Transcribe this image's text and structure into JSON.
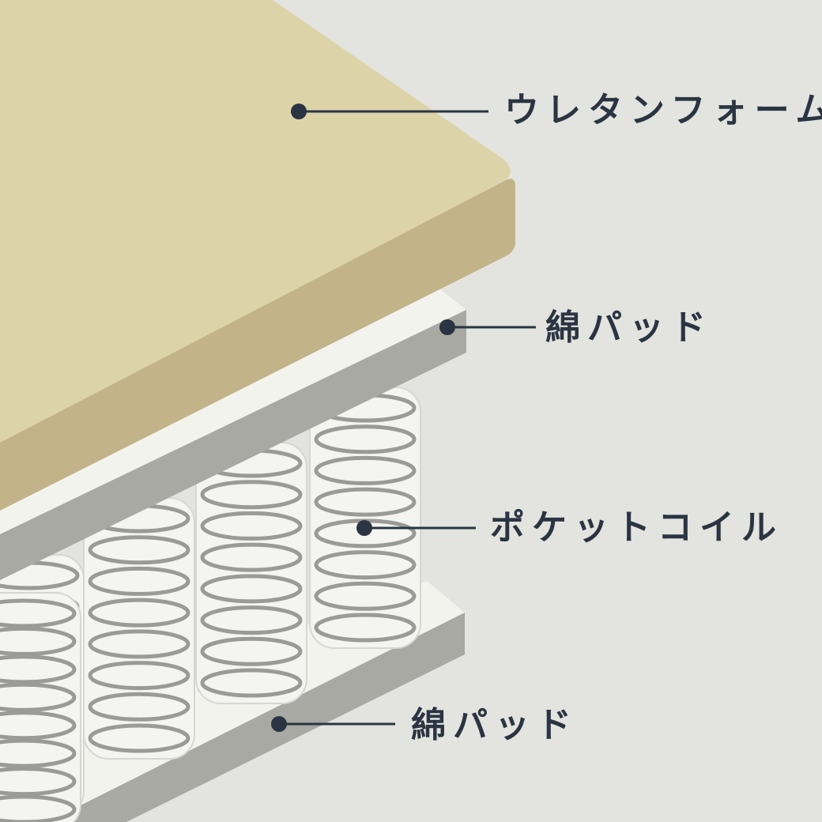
{
  "colors": {
    "background": "#e3e4df",
    "foam_top": "#dcd3a8",
    "foam_side": "#c2b388",
    "pad_top": "#f3f3ee",
    "pad_side": "#a8a9a2",
    "coil_body": "#f4f4f1",
    "coil_wire": "#9a9b96",
    "callout": "#2b3442"
  },
  "callouts": [
    {
      "id": "urethane-foam",
      "label": "ウレタンフォーム"
    },
    {
      "id": "cotton-pad-top",
      "label": "綿パッド"
    },
    {
      "id": "pocket-coil",
      "label": "ポケットコイル"
    },
    {
      "id": "cotton-pad-bottom",
      "label": "綿パッド"
    }
  ],
  "coil_rows": [
    {
      "row": "back",
      "count": 4
    },
    {
      "row": "front",
      "count": 1
    }
  ]
}
